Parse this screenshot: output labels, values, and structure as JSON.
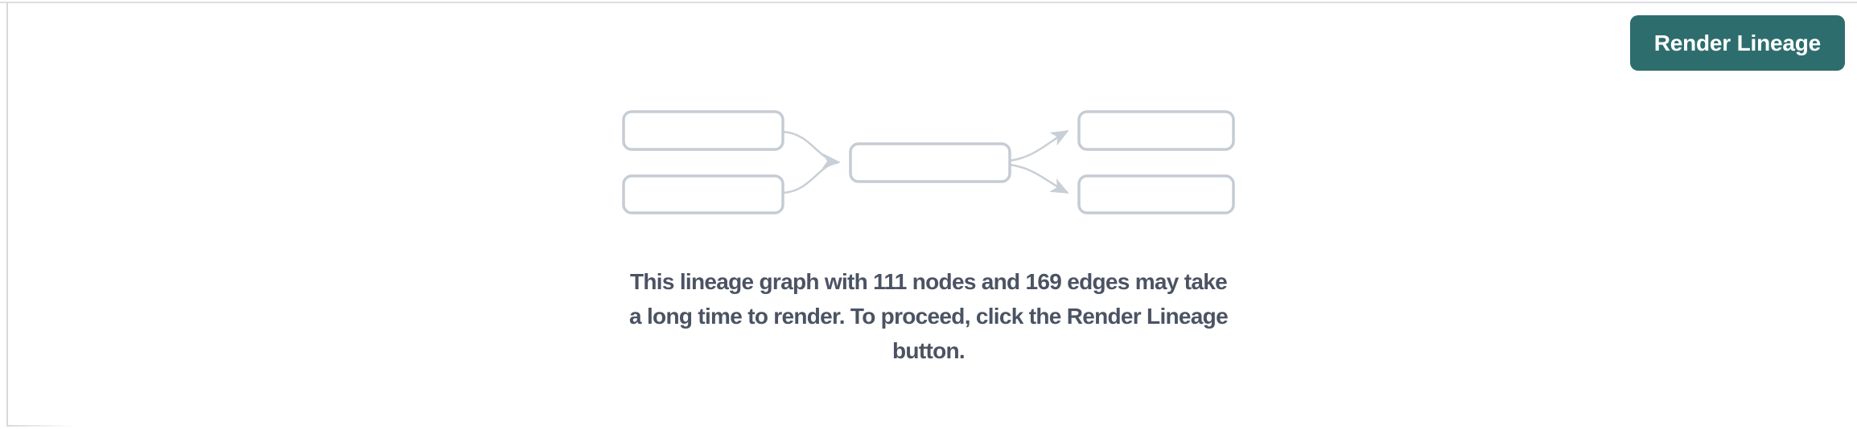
{
  "toolbar": {
    "render_lineage_button": "Render Lineage"
  },
  "empty_state": {
    "message_lines": [
      "This lineage graph with 111 nodes and 169 edges may take",
      "a long time to render. To proceed, click the Render Lineage",
      "button."
    ],
    "node_count": "111",
    "edge_count": "169"
  },
  "colors": {
    "accent_teal": "#2e6d6d",
    "message_text": "#4b5363",
    "node_border": "#c6ccd4",
    "edge": "#c9cfd6",
    "panel_border": "#dddde1",
    "panel_border_soft": "#d8d8db"
  }
}
